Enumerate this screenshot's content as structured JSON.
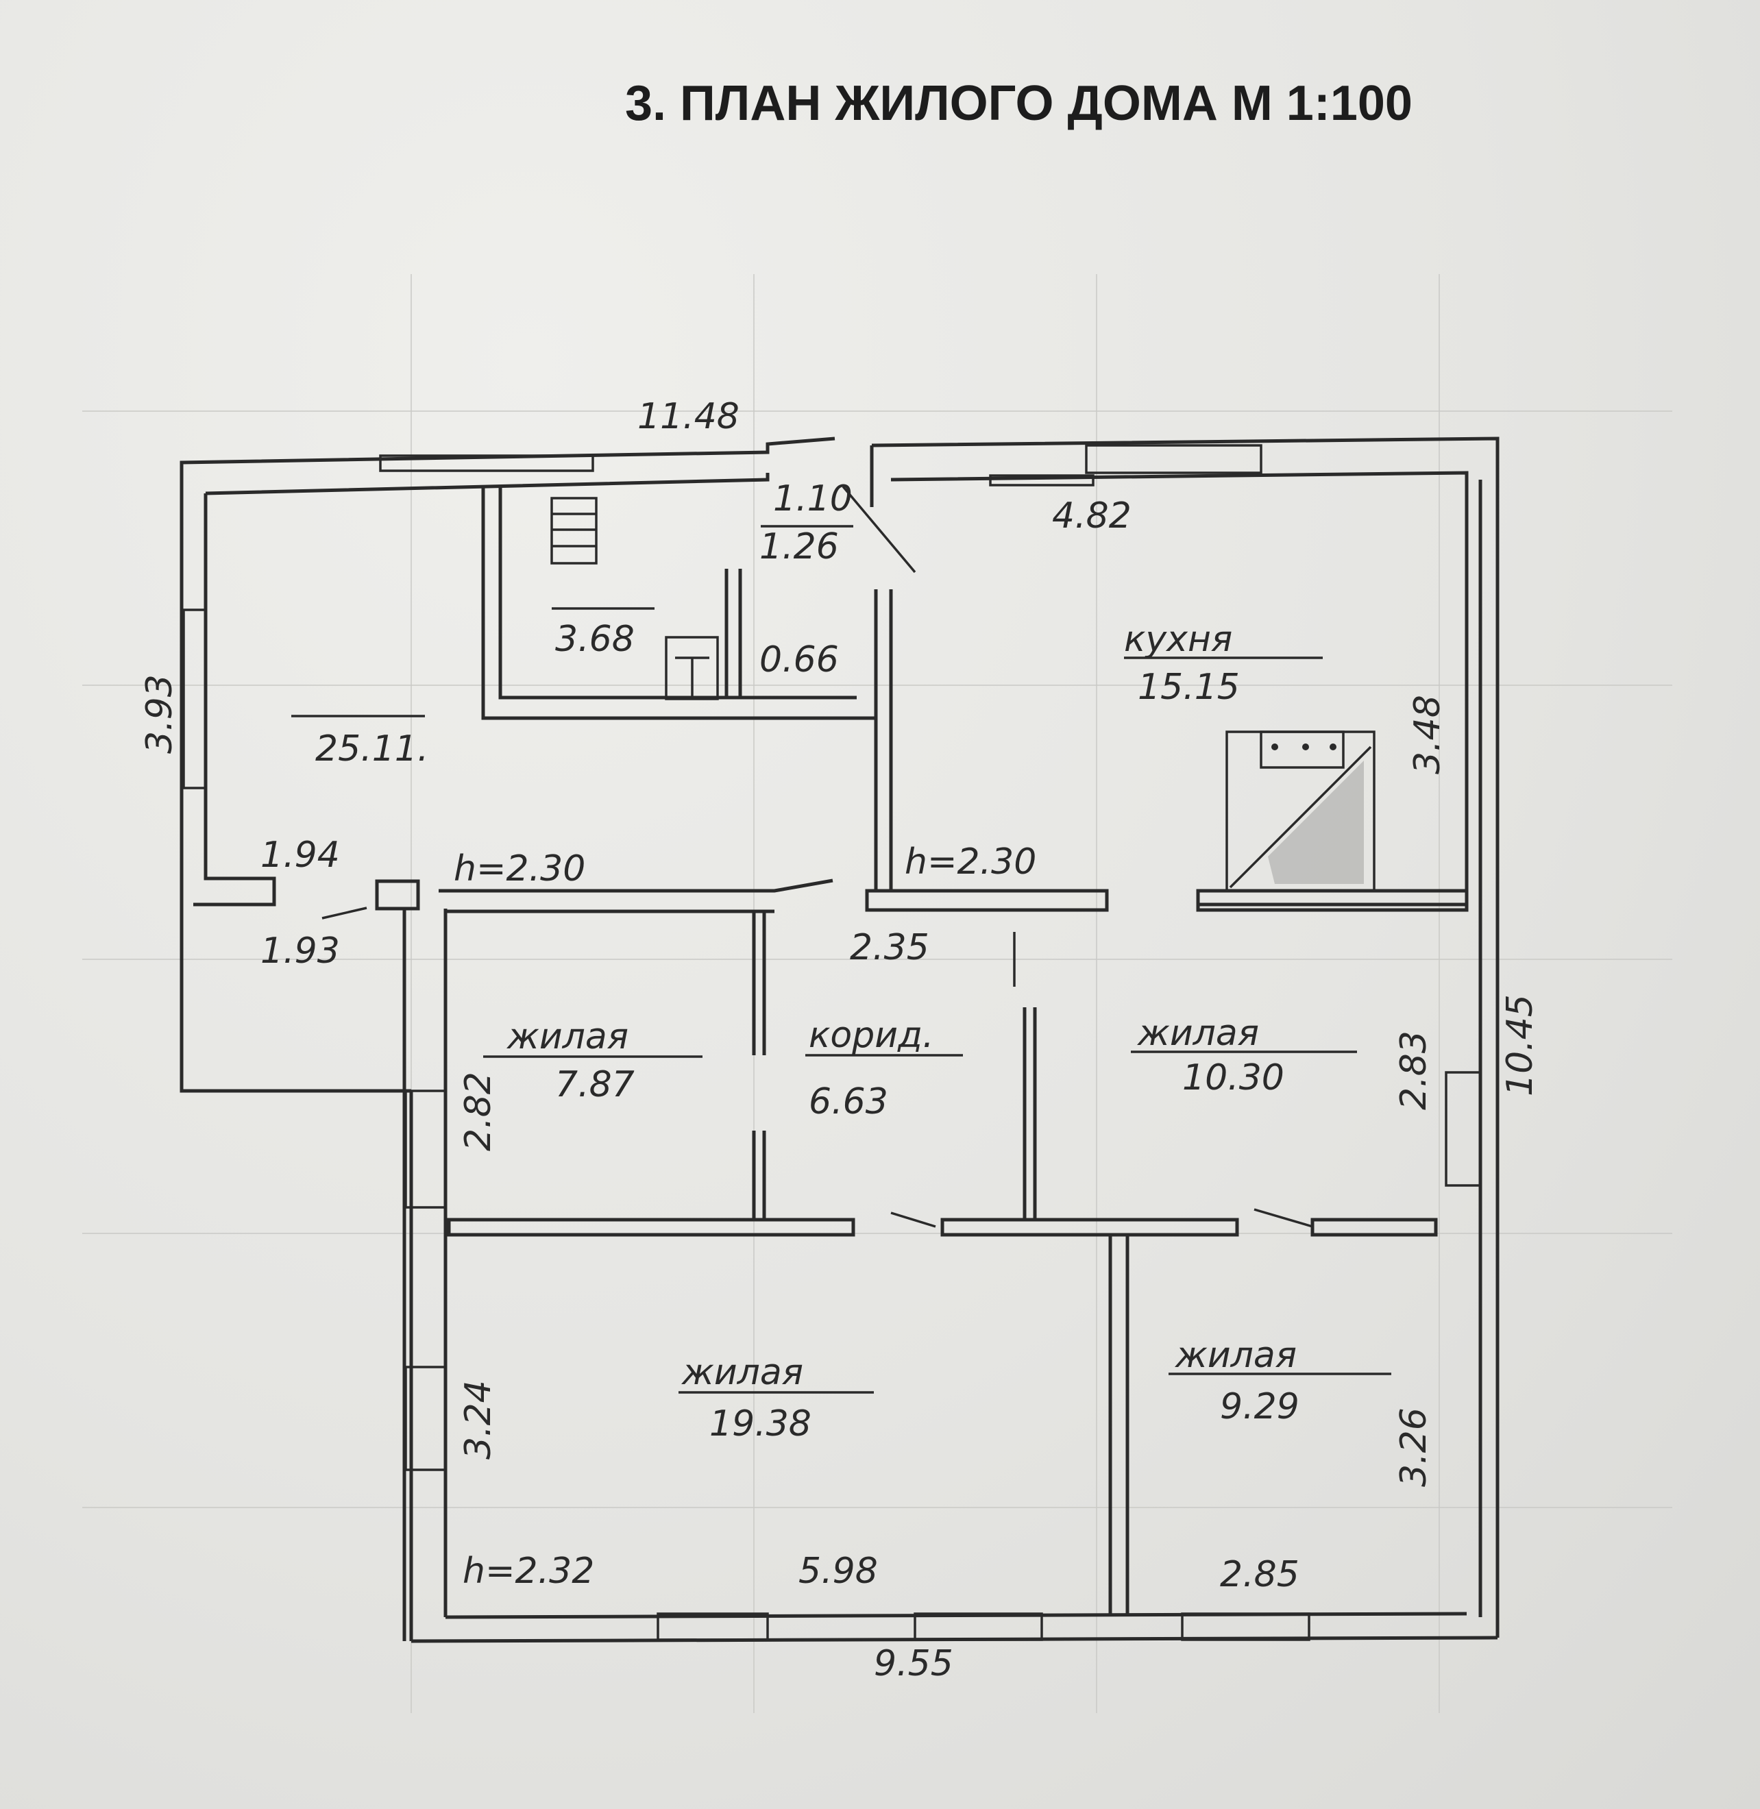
{
  "title": "3. ПЛАН ЖИЛОГО ДОМА М 1:100",
  "dimensions": {
    "top_overall": "11.48",
    "left_outer": "3.93",
    "right_overall": "10.45",
    "bottom_overall": "9.55",
    "stair_width": "1.10",
    "stair_length": "1.26",
    "kitchen_width": "4.82",
    "kitchen_right": "3.48",
    "porch_width_upper": "1.94",
    "porch_width_lower": "1.93",
    "corridor_width": "2.35",
    "room1_side": "2.82",
    "room2_side": "2.83",
    "room3_side": "3.24",
    "room4_side": "3.26",
    "room3_bottom": "5.98",
    "room4_bottom": "2.85"
  },
  "heights": {
    "porch": "h=2.30",
    "corridor": "h=2.30",
    "living_big": "h=2.32"
  },
  "rooms": {
    "veranda_area": "25.11.",
    "storage_area": "3.68",
    "wc_area": "0.66",
    "kitchen_label": "кухня",
    "kitchen_area": "15.15",
    "living1_label": "жилая",
    "living1_area": "7.87",
    "corridor_label": "корид.",
    "corridor_area": "6.63",
    "living2_label": "жилая",
    "living2_area": "10.30",
    "living3_label": "жилая",
    "living3_area": "19.38",
    "living4_label": "жилая",
    "living4_area": "9.29"
  }
}
